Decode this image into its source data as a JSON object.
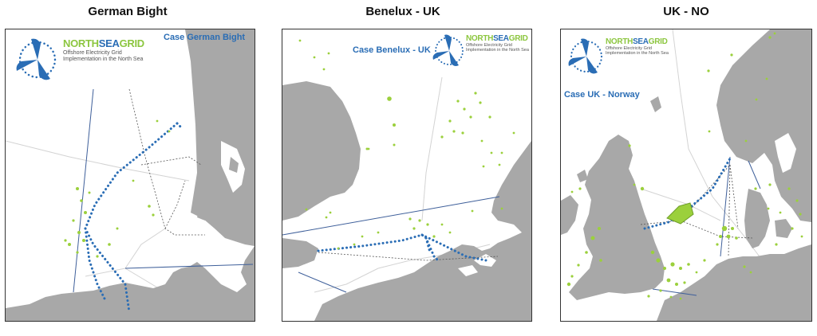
{
  "panels": [
    {
      "title": "German Bight",
      "case_label": "Case German Bight"
    },
    {
      "title": "Benelux - UK",
      "case_label": "Case Benelux - UK"
    },
    {
      "title": "UK - NO",
      "case_label": "Case UK - Norway"
    }
  ],
  "logo": {
    "word_north": "NORTH",
    "word_sea": "SEA",
    "word_grid": "GRID",
    "subtitle_line1": "Offshore Electricity Grid",
    "subtitle_line2": "Implementation in the North Sea"
  },
  "colors": {
    "land": "#a8a8a8",
    "sea": "#ffffff",
    "cable_route": "#2a6db5",
    "wind_farm": "#9bd03c",
    "border_line": "#cfcfcf",
    "case_label": "#2a6db5"
  },
  "icons": [
    "wind-turbine-logo-icon"
  ]
}
